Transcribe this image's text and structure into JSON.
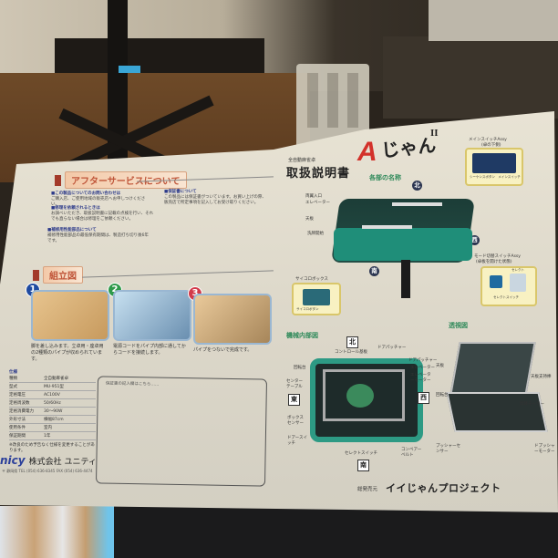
{
  "scene": {
    "description": "Photo of a laminated Japanese instruction sheet for an automatic mahjong table lying on a desk",
    "background_objects": [
      "microphone-stand",
      "blue-tape",
      "plastic-crate",
      "printer",
      "wooden-floor"
    ]
  },
  "manual": {
    "subtitle": "全自動麻雀卓",
    "title": "取扱説明書",
    "logo": {
      "a": "A",
      "jan": "じゃん",
      "version": "II"
    },
    "parts_heading": "各部の名称",
    "inner_heading": "機械内部図",
    "cutaway_heading": "透視図",
    "directions": {
      "north": "北",
      "south": "南",
      "east": "東",
      "west": "西"
    }
  },
  "after_service": {
    "heading": "アフターサービスについて",
    "paragraphs": [
      {
        "head": "■この製品についてのお問い合わせは",
        "body": "ご購入店、ご使用地域の販売店へお申しつけください。"
      },
      {
        "head": "■修理を依頼されるときは",
        "body": "お調べいただき、取扱説明書に記載の点検を行い、それでも直らない場合は修理をご依頼ください。"
      },
      {
        "head": "■補修用性能部品について",
        "body": "補修用性能部品の最低保有期間は、製造打ち切り後6年です。"
      },
      {
        "head": "■保証書について",
        "body": "この製品には保証書がついています。お買い上げの際、販売店で所定事項を記入してお受け取りください。"
      }
    ]
  },
  "assembly": {
    "heading": "組立図",
    "steps": [
      {
        "num": "1",
        "color": "#1f4aa0",
        "caption": "脚を差し込みます。立卓用・座卓用の2種類のパイプが収められています。"
      },
      {
        "num": "2",
        "color": "#2f9a4a",
        "caption": "電源コードをパイプ内部に通してからコードを接続します。"
      },
      {
        "num": "3",
        "color": "#d23a4a",
        "caption": "パイプをつないで完成です。"
      }
    ]
  },
  "specs": {
    "heading": "仕様",
    "rows": [
      {
        "k": "種類",
        "v": "全自動麻雀卓"
      },
      {
        "k": "型式",
        "v": "MU-951型"
      },
      {
        "k": "定格電圧",
        "v": "AC100V"
      },
      {
        "k": "定格周波数",
        "v": "50/60Hz"
      },
      {
        "k": "定格消費電力",
        "v": "30〜90W"
      },
      {
        "k": "外形寸法",
        "v": "横幅87cm"
      },
      {
        "k": "使用条件",
        "v": "室内"
      },
      {
        "k": "保証期間",
        "v": "1年"
      }
    ],
    "notes": "※改良のため予告なく仕様を変更することがあります。"
  },
  "manufacturer": {
    "logo": "nicy",
    "company": "株式会社 ユニティ",
    "address": "〒 静岡県 TEL (054) 636-8345 FAX (054) 636-4474"
  },
  "note_box": {
    "label": "保証書の記入欄はこちら……"
  },
  "parts_labels": {
    "top_left": [
      "両翼入口",
      "エレベーター",
      "天板",
      "洗牌開始"
    ],
    "main_switch": {
      "title": "メインスイッチAssy",
      "sub": "(卓の下側)",
      "caption": "シーケンスボタン　メインスイッチ"
    },
    "dice_box": {
      "title": "サイコロボックス",
      "caption": "サイコロボタン"
    },
    "mode_switch": {
      "title": "モード切替スイッチAssy",
      "sub": "(卓板を開けた状態)",
      "select": "セレクト",
      "caption": "セレクトスイッチ"
    }
  },
  "inner_labels": {
    "left": [
      "回転台",
      "センターテーブル",
      "ボックスセンサー",
      "ドアースイッチ"
    ],
    "top": [
      "コントロール基板",
      "ドアパッチャー"
    ],
    "right": [
      "ドアパッチャー",
      "エレベーター",
      "エレベーターモーター",
      "天板"
    ],
    "bottom": [
      "セレクトスイッチ",
      "コンベアーベルト"
    ]
  },
  "cutaway_labels": [
    "天板",
    "天板支持棒",
    "回転台",
    "昇降モーター",
    "プッシャーセンサー",
    "ドプッシャーモーター"
  ],
  "distributor": {
    "label": "総発売元",
    "name": "イイじゃんプロジェクト"
  }
}
